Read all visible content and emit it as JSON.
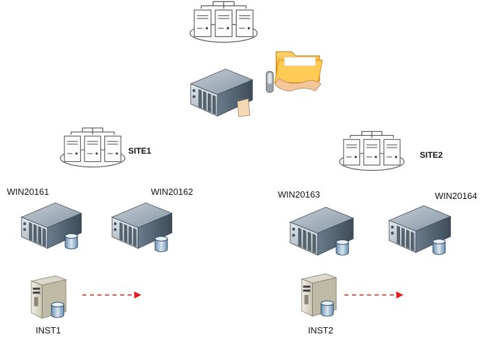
{
  "sites": [
    {
      "label": "SITE1"
    },
    {
      "label": "SITE2"
    }
  ],
  "servers": [
    {
      "label": "WIN20161"
    },
    {
      "label": "WIN20162"
    },
    {
      "label": "WIN20163"
    },
    {
      "label": "WIN20164"
    }
  ],
  "instances": [
    {
      "label": "INST1"
    },
    {
      "label": "INST2"
    }
  ],
  "icons": {
    "cluster": "server-cluster-icon",
    "rack_server": "rack-server-icon",
    "tower_server": "tower-server-icon",
    "file_share": "file-share-folder-icon",
    "database": "database-icon"
  },
  "colors": {
    "server_body": "#5d6f80",
    "server_top": "#9aaab8",
    "cluster_stroke": "#555555",
    "folder": "#f7a823",
    "arrow": "#e02020",
    "label_text": "#111111"
  }
}
